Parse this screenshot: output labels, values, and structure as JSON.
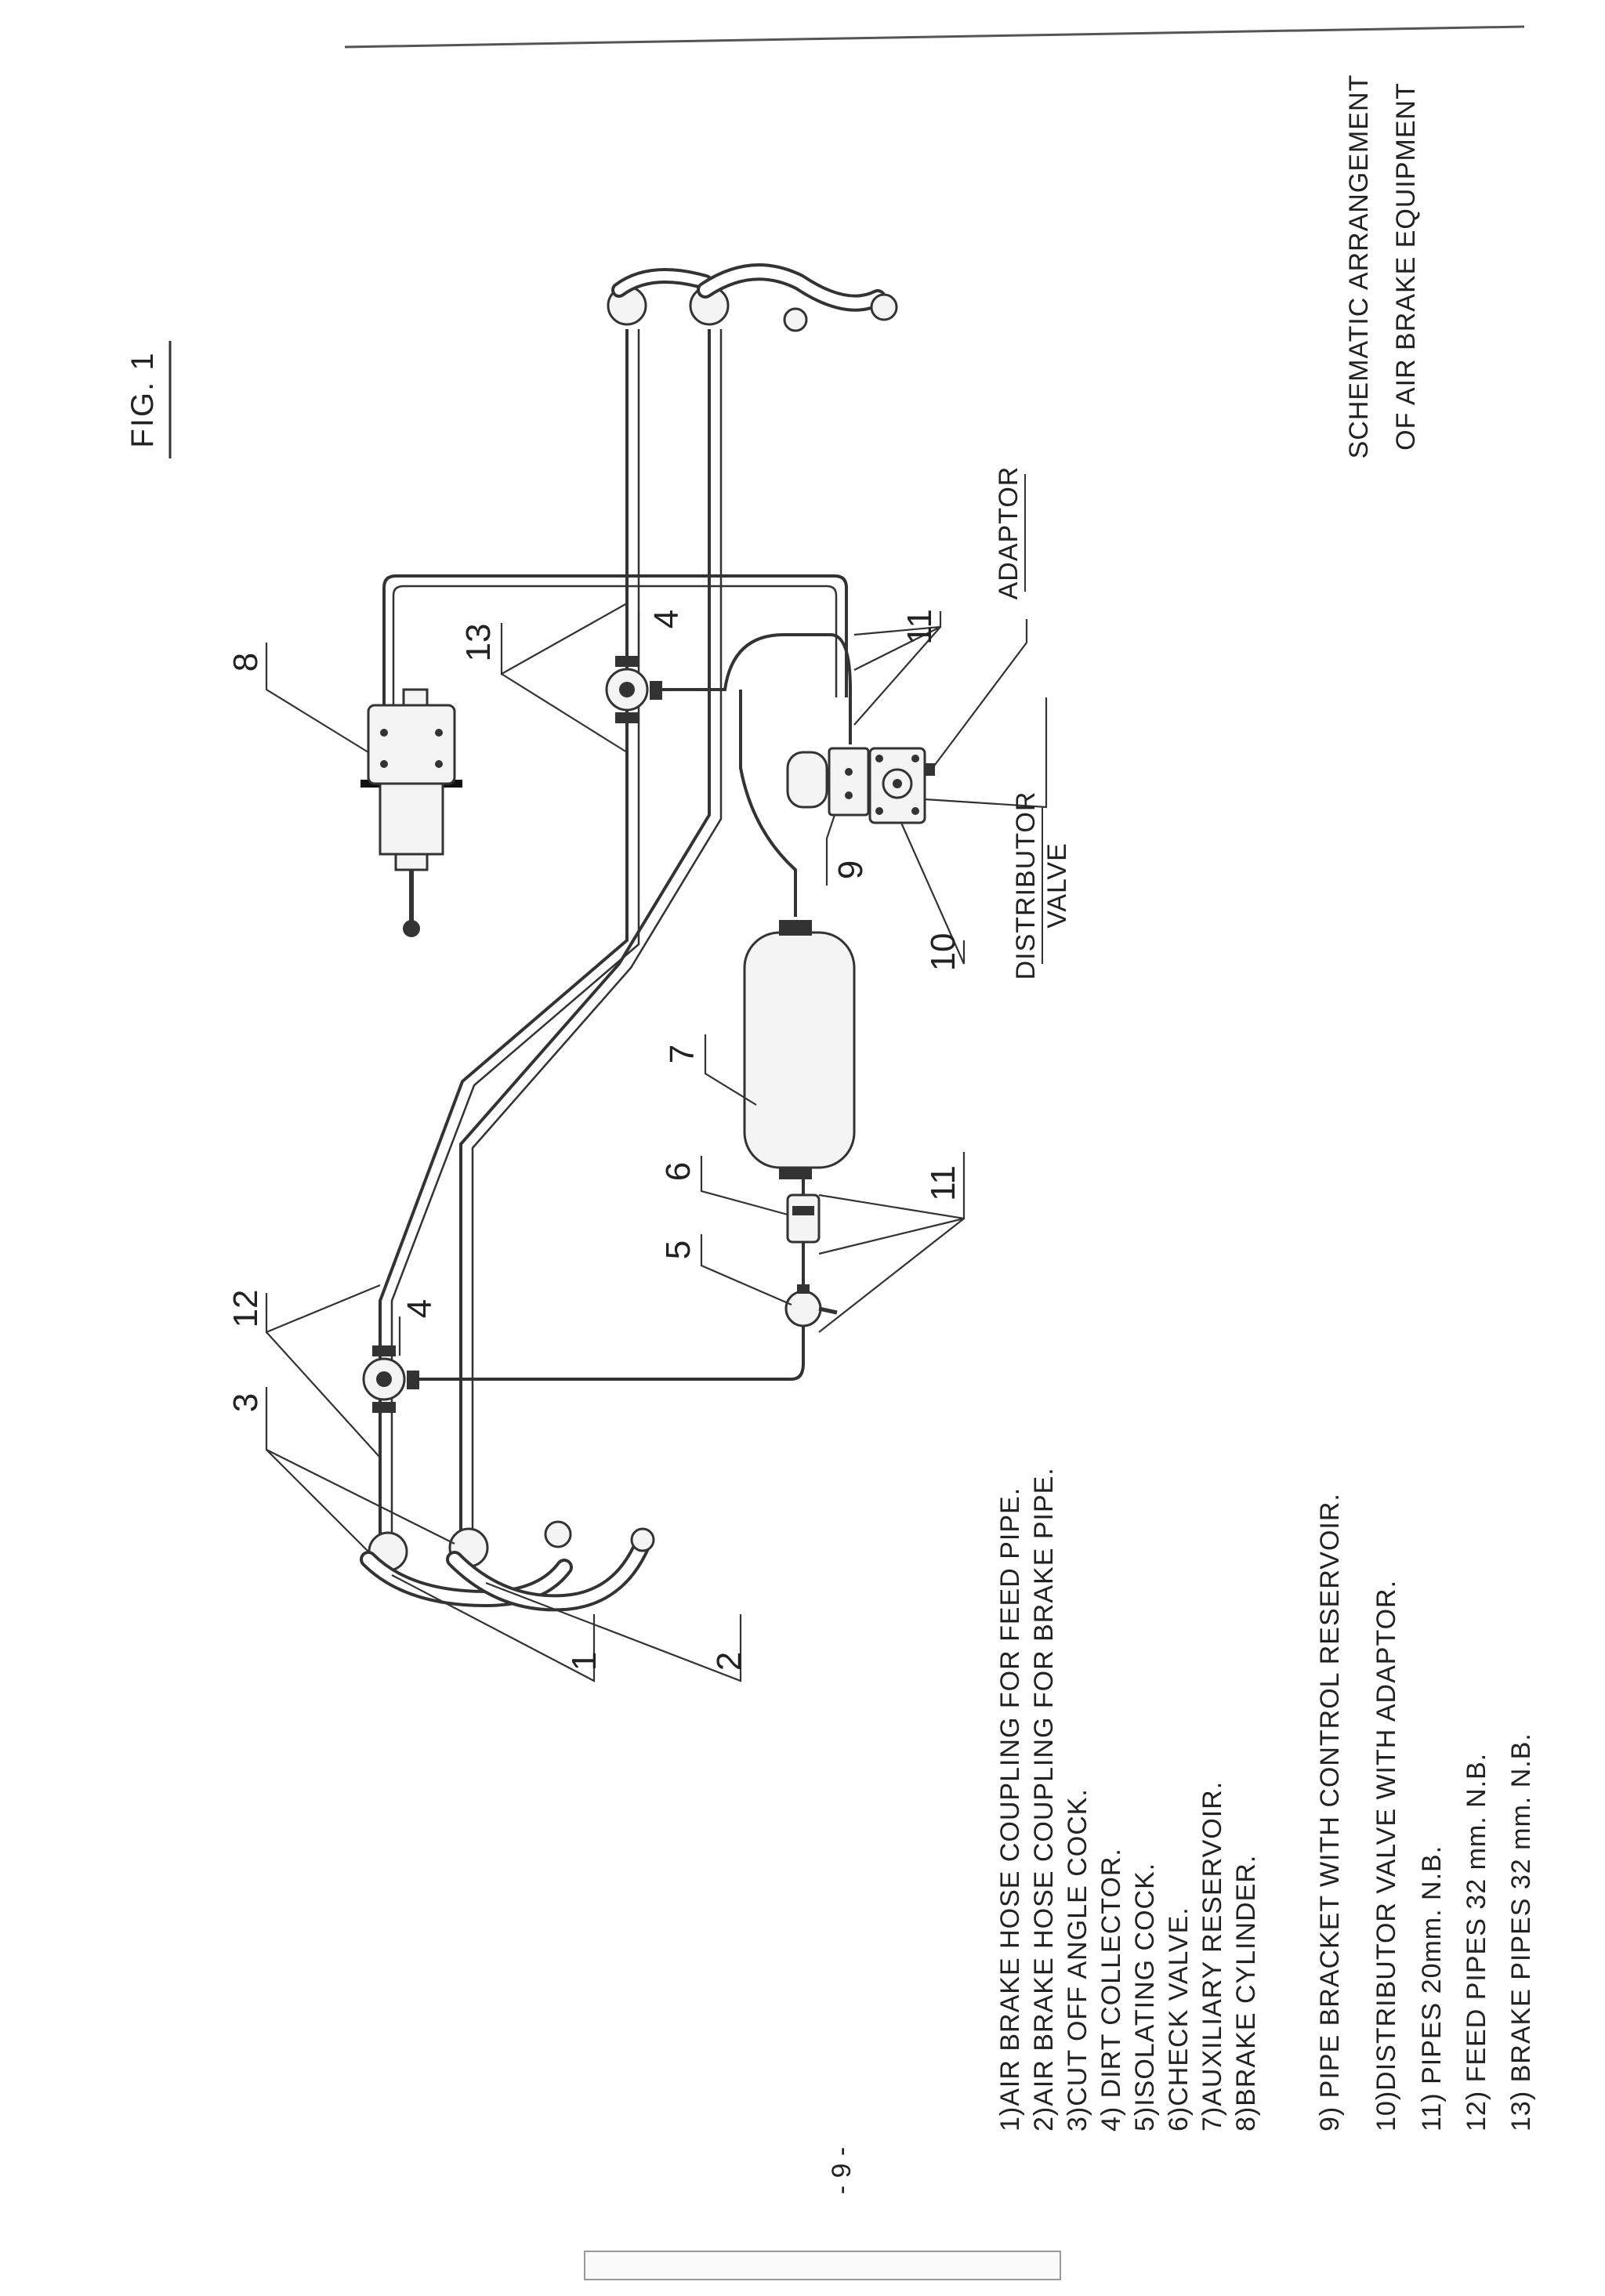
{
  "figure_label": "FIG. 1",
  "title_lines": [
    "SCHEMATIC ARRANGEMENT",
    "OF AIR BRAKE EQUIPMENT"
  ],
  "callouts": {
    "c1": "1",
    "c2": "2",
    "c3": "3",
    "c4a": "4",
    "c4b": "4",
    "c5": "5",
    "c6": "6",
    "c7": "7",
    "c8": "8",
    "c9": "9",
    "c10": "10",
    "c11a": "11",
    "c11b": "11",
    "c12": "12",
    "c13": "13"
  },
  "labels": {
    "adaptor": "ADAPTOR",
    "distributor_line1": "DISTRIBUTOR",
    "distributor_line2": "VALVE"
  },
  "legend": [
    "1)AIR BRAKE HOSE COUPLING FOR FEED PIPE.",
    "2)AIR BRAKE HOSE COUPLING FOR BRAKE PIPE.",
    "3)CUT OFF ANGLE COCK.",
    "4) DIRT COLLECTOR.",
    "5)ISOLATING COCK.",
    "6)CHECK VALVE.",
    "7)AUXILIARY RESERVOIR.",
    "8)BRAKE CYLINDER.",
    "9) PIPE BRACKET WITH CONTROL RESERVOIR.",
    "10)DISTRIBUTOR VALVE WITH ADAPTOR.",
    "11) PIPES 20mm. N.B.",
    "12) FEED PIPES 32 mm. N.B.",
    "13) BRAKE PIPES 32 mm. N.B."
  ],
  "page_number": "- 9 -"
}
